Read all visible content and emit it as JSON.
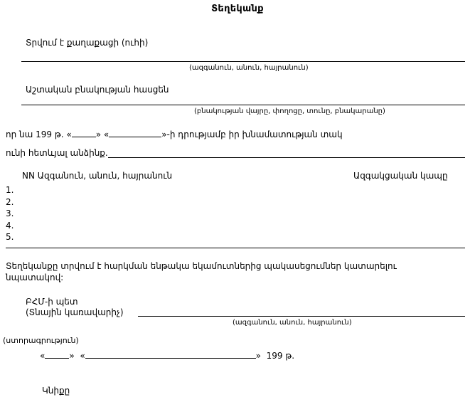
{
  "document": {
    "title": "Տեղեկանք",
    "line_issued_to": "Տրվում է քաղաքացի (ուհի)",
    "caption_fullname": "(ազգանուն, անուն, հայրանուն)",
    "line_address_label": "Աշտական բնակության հասցեն",
    "caption_address": "(բնակության վայրը, փողոցը, տունը, բնակարանը)",
    "line_date_prefix": "որ նա 199 թ. «",
    "line_date_mid": "» «",
    "line_date_suffix": "»-ի դրությամբ իր խնամատության տակ",
    "line_has_persons": "ունի հետևյալ անձինք.",
    "table": {
      "header_left": "NN Ազգանուն, անուն, հայրանուն",
      "header_right": "Ազգակցական կապը",
      "rows": [
        "1.",
        "2.",
        "3.",
        "4.",
        "5."
      ]
    },
    "purpose_paragraph_line1": "Տեղեկանքը տրվում է հարկման ենթակա եկամուտներից պակասեցումներ կատարելու",
    "purpose_paragraph_line2": "նպատակով:",
    "signer_title_line1": "ԲՀՄ-ի պետ",
    "signer_title_line2": "(Տնային կառավարիչ)",
    "caption_signer_fullname": "(ազգանուն, անուն, հայրանուն)",
    "stamp_note": "(ստորագրություն)",
    "date_open_quote": "«",
    "date_close_quote": "»",
    "date_year": "199 թ.",
    "seal_label": "Կնիքը"
  }
}
